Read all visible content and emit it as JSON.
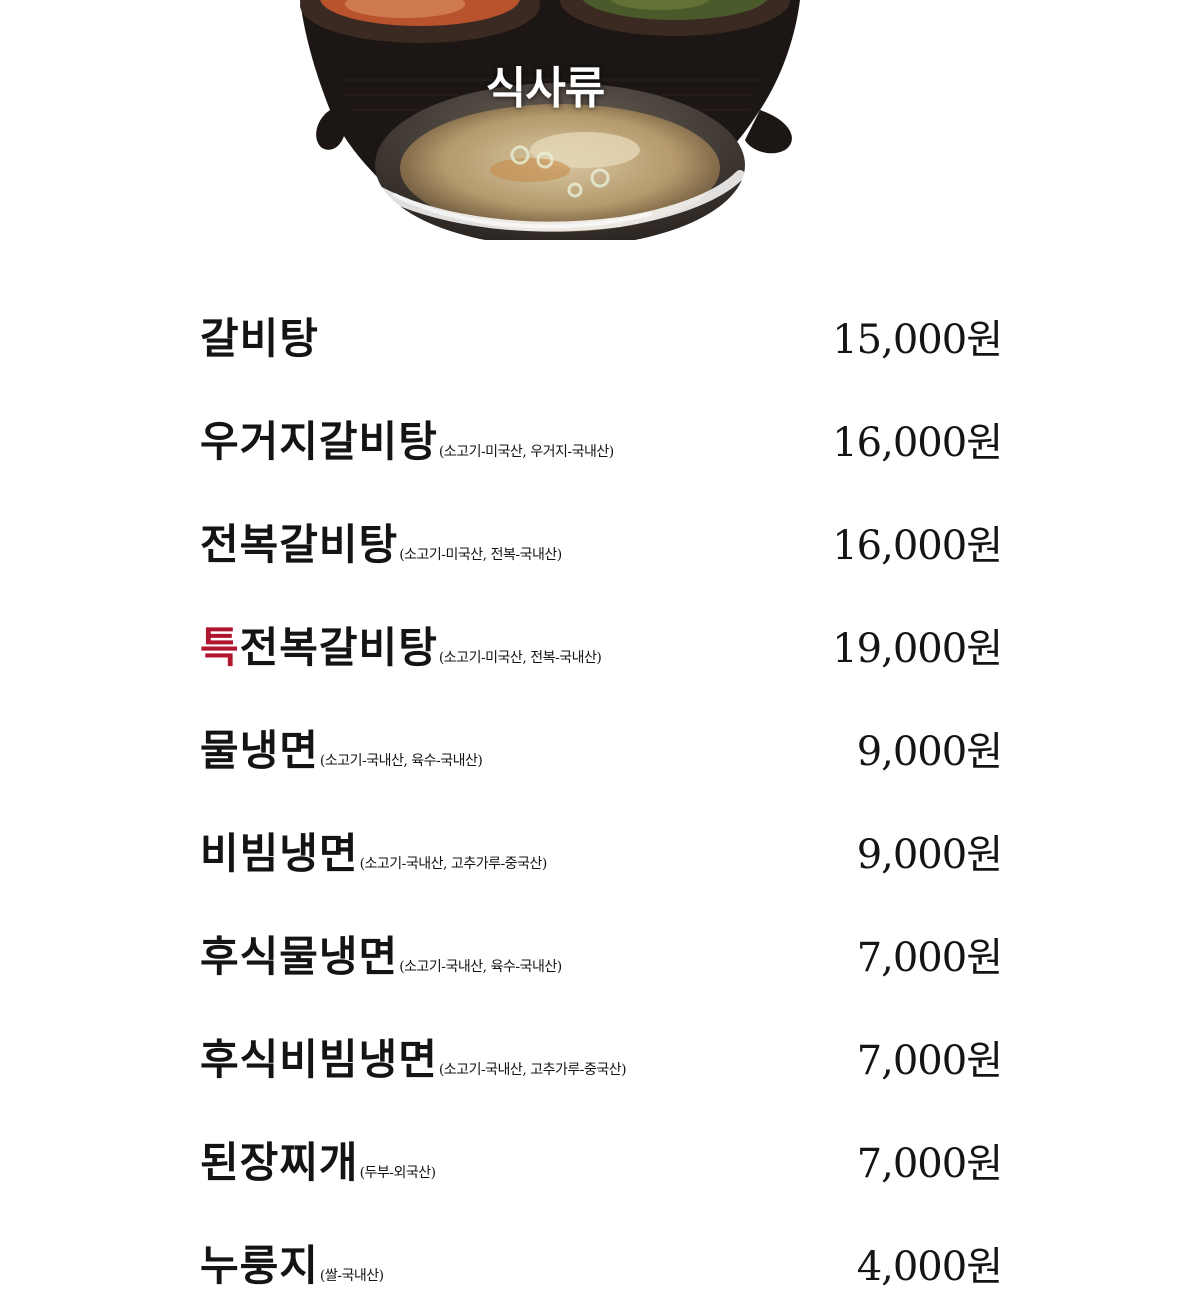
{
  "header": {
    "title": "식사류"
  },
  "menu": [
    {
      "prefix": "",
      "name": "갈비탕",
      "origin": "",
      "price": "15,000원"
    },
    {
      "prefix": "",
      "name": "우거지갈비탕",
      "origin": "(소고기-미국산, 우거지-국내산)",
      "price": "16,000원"
    },
    {
      "prefix": "",
      "name": "전복갈비탕",
      "origin": "(소고기-미국산, 전복-국내산)",
      "price": "16,000원"
    },
    {
      "prefix": "특",
      "name": "전복갈비탕",
      "origin": "(소고기-미국산, 전복-국내산)",
      "price": "19,000원"
    },
    {
      "prefix": "",
      "name": "물냉면",
      "origin": "(소고기-국내산, 육수-국내산)",
      "price": "9,000원"
    },
    {
      "prefix": "",
      "name": "비빔냉면",
      "origin": "(소고기-국내산, 고추가루-중국산)",
      "price": "9,000원"
    },
    {
      "prefix": "",
      "name": "후식물냉면",
      "origin": "(소고기-국내산, 육수-국내산)",
      "price": "7,000원"
    },
    {
      "prefix": "",
      "name": "후식비빔냉면",
      "origin": "(소고기-국내산, 고추가루-중국산)",
      "price": "7,000원"
    },
    {
      "prefix": "",
      "name": "된장찌개",
      "origin": "(두부-외국산)",
      "price": "7,000원"
    },
    {
      "prefix": "",
      "name": "누룽지",
      "origin": "(쌀-국내산)",
      "price": "4,000원"
    }
  ],
  "colors": {
    "accent": "#b0172f",
    "text": "#141414",
    "brush": "#1c1714"
  },
  "icons": {
    "header_image": "food-photo-brush-stroke"
  }
}
